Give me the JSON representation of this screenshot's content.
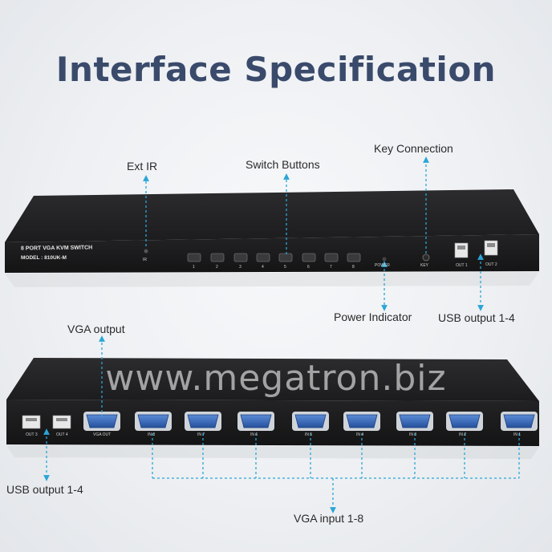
{
  "title": "Interface Specification",
  "watermark": "www.megatron.biz",
  "callouts": {
    "ext_ir": "Ext IR",
    "switch_buttons": "Switch Buttons",
    "key_connection": "Key Connection",
    "power_indicator": "Power Indicator",
    "usb_output_front": "USB output 1-4",
    "vga_output": "VGA output",
    "usb_output_back": "USB output 1-4",
    "vga_input": "VGA input 1-8"
  },
  "front_panel": {
    "product_name": "8 PORT VGA KVM SWITCH",
    "model": "MODEL : 810UK-M",
    "ir_label": "IR",
    "button_labels": [
      "1",
      "2",
      "3",
      "4",
      "5",
      "6",
      "7",
      "8"
    ],
    "power_label": "POWER",
    "key_label": "KEY",
    "usb_labels": [
      "OUT 1",
      "OUT 2"
    ]
  },
  "back_panel": {
    "usb_labels": [
      "OUT 3",
      "OUT 4"
    ],
    "vga_out_label": "VGA OUT",
    "vga_in_labels": [
      "IN 8",
      "IN 7",
      "IN 6",
      "IN 5",
      "IN 4",
      "IN 3",
      "IN 2",
      "IN 1"
    ]
  },
  "colors": {
    "title": "#3a4a6b",
    "arrow": "#2aa6d6",
    "device_body": "#1b1b1d",
    "vga_port": "#2f5fb0"
  }
}
